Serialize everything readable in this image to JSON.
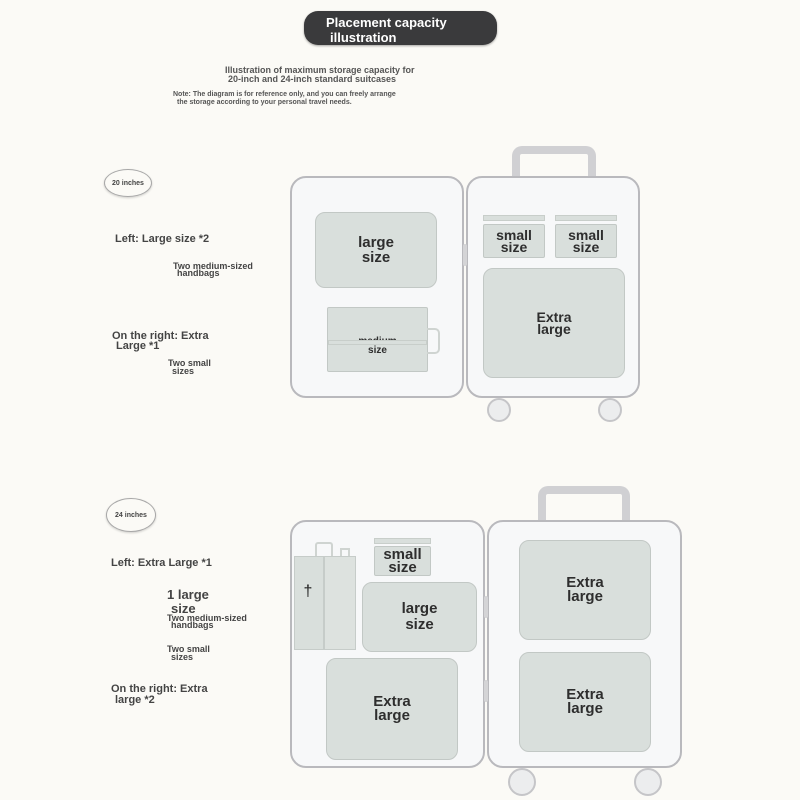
{
  "header": {
    "title_line1": "Placement capacity",
    "title_line2": "illustration",
    "subtitle_line1": "Illustration of maximum storage capacity for",
    "subtitle_line2": "20-inch and 24-inch standard suitcases",
    "note_line1": "Note: The diagram is for reference only, and you can freely arrange",
    "note_line2": "the storage according to your personal travel needs."
  },
  "suitcase_20": {
    "badge": "20 inches",
    "labels": {
      "left": "Left: Large size *2",
      "left_sub_1": "Two medium-sized",
      "left_sub_2": "handbags",
      "right_1": "On the right: Extra",
      "right_2": "Large *1",
      "right_sub_1": "Two small",
      "right_sub_2": "sizes"
    },
    "boxes": {
      "large": "large\nsize",
      "medium": "medium\nsize",
      "small_a": "small\nsize",
      "small_b": "small\nsize",
      "extra": "Extra\nlarge"
    }
  },
  "suitcase_24": {
    "badge": "24 inches",
    "labels": {
      "left": "Left: Extra Large *1",
      "one_large_1": "1 large",
      "one_large_2": "size",
      "handbags_1": "Two medium-sized",
      "handbags_2": "handbags",
      "small_1": "Two small",
      "small_2": "sizes",
      "right_1": "On the right: Extra",
      "right_2": "large *2"
    },
    "boxes": {
      "small": "small\nsize",
      "large": "large\nsize",
      "extra_left": "Extra\nlarge",
      "extra_right_top": "Extra\nlarge",
      "extra_right_bottom": "Extra\nlarge"
    }
  },
  "colors": {
    "title_pill": "#3a3a3c",
    "box_fill": "#d9dfdc",
    "shell_border": "#b9b9bd",
    "background": "#fbfaf6"
  }
}
